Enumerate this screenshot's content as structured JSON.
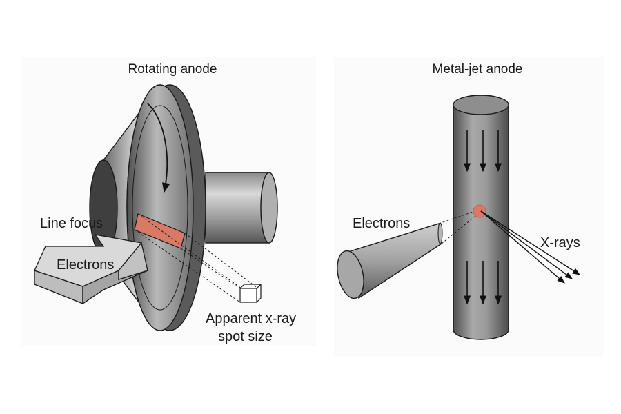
{
  "colors": {
    "metal_light": "#d4d4d4",
    "metal_mid": "#9a9a9a",
    "metal_dark": "#4a4a4a",
    "focal_spot": "#d97a66",
    "outline": "#1a1a1a",
    "panel_background": "#fbfbfb"
  },
  "left_panel": {
    "title": "Rotating anode",
    "labels": {
      "line_focus": "Line focus",
      "electrons": "Electrons",
      "apparent_spot_line1": "Apparent x-ray",
      "apparent_spot_line2": "spot size"
    },
    "icons": [
      "anode-disk-icon",
      "shaft-icon",
      "rotation-arrow-icon",
      "electron-beam-arrow-icon",
      "focal-line-icon",
      "projection-box-icon"
    ]
  },
  "right_panel": {
    "title": "Metal-jet anode",
    "labels": {
      "electrons": "Electrons",
      "x_rays": "X-rays"
    },
    "icons": [
      "metal-jet-cylinder-icon",
      "flow-arrow-icon",
      "electron-cone-icon",
      "focal-spot-icon",
      "x-ray-arrows-icon"
    ]
  }
}
